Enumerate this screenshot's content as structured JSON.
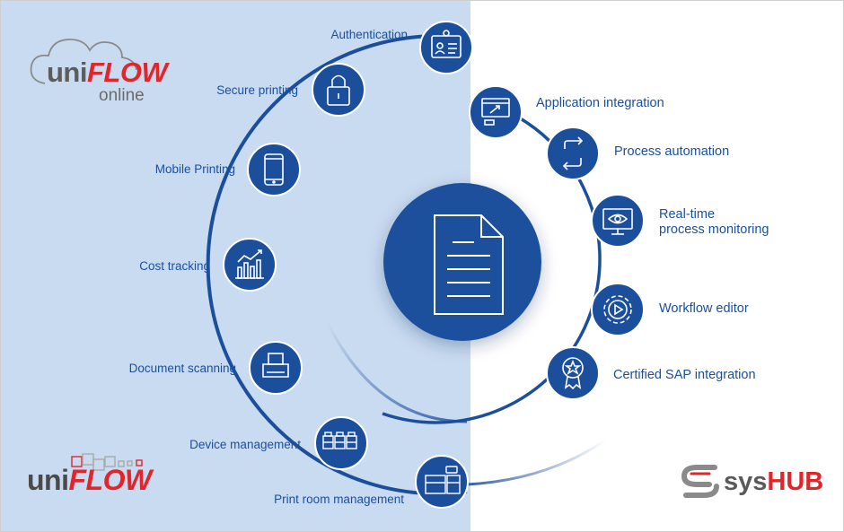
{
  "logos": {
    "uniflow_online_word_a": "uni",
    "uniflow_online_word_b": "FLOW",
    "uniflow_online_sub": "online",
    "uniflow_word_a": "uni",
    "uniflow_word_b": "FLOW",
    "syshub_word_a": "sys",
    "syshub_word_b": "HUB"
  },
  "left_items": [
    {
      "label": "Authentication",
      "icon": "id-badge-icon"
    },
    {
      "label": "Secure printing",
      "icon": "padlock-icon"
    },
    {
      "label": "Mobile Printing",
      "icon": "smartphone-icon"
    },
    {
      "label": "Cost tracking",
      "icon": "bar-chart-icon"
    },
    {
      "label": "Document scanning",
      "icon": "scanner-icon"
    },
    {
      "label": "Device management",
      "icon": "devices-icon"
    },
    {
      "label": "Print room management",
      "icon": "print-room-icon"
    }
  ],
  "right_items": [
    {
      "label": "Application integration",
      "icon": "app-window-icon"
    },
    {
      "label": "Process automation",
      "icon": "cycle-arrows-icon"
    },
    {
      "label_line1": "Real-time",
      "label_line2": "process monitoring",
      "icon": "monitor-eye-icon"
    },
    {
      "label": "Workflow editor",
      "icon": "gear-play-icon"
    },
    {
      "label": "Certified SAP integration",
      "icon": "certificate-icon"
    }
  ],
  "center": {
    "icon": "document-icon"
  },
  "colors": {
    "primary": "#1b4f9c",
    "left_bg": "#c9dbf0",
    "brand_red": "#e0262b"
  }
}
